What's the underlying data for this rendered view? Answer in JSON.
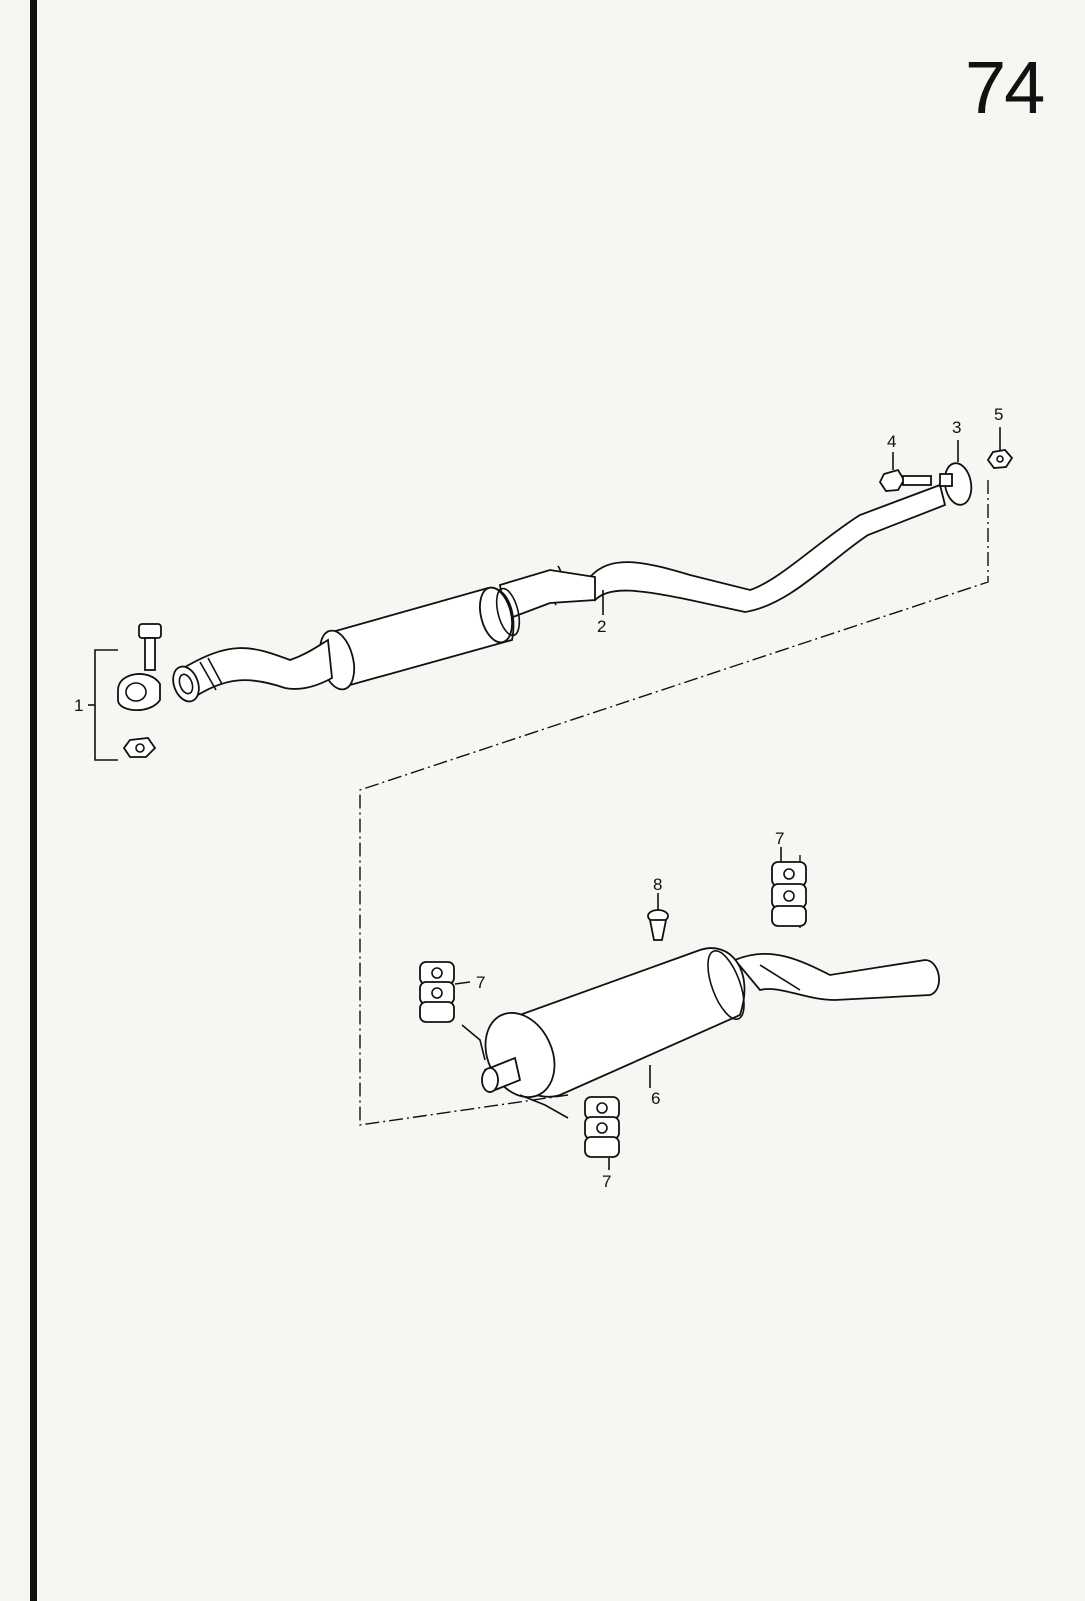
{
  "page": {
    "number": "74"
  },
  "parts": [
    {
      "id": "1",
      "label": "1",
      "name": "clamp-assembly"
    },
    {
      "id": "2",
      "label": "2",
      "name": "front-exhaust-pipe-with-silencer"
    },
    {
      "id": "3",
      "label": "3",
      "name": "pipe-clamp"
    },
    {
      "id": "4",
      "label": "4",
      "name": "bolt"
    },
    {
      "id": "5",
      "label": "5",
      "name": "nut"
    },
    {
      "id": "6",
      "label": "6",
      "name": "rear-silencer"
    },
    {
      "id": "7",
      "label": "7",
      "name": "rubber-mounting"
    },
    {
      "id": "8",
      "label": "8",
      "name": "retaining-clip"
    }
  ],
  "colors": {
    "ink": "#111111",
    "paper": "#f7f6f2"
  }
}
